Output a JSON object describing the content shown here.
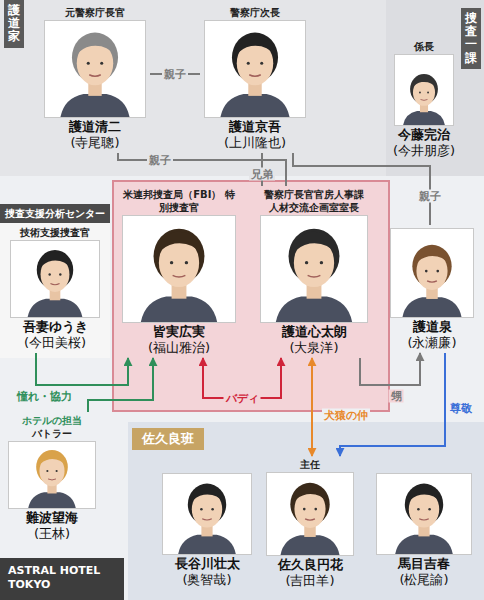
{
  "diagram": {
    "nodes": [
      {
        "text": [
          "護道家"
        ]
      },
      {
        "text": [
          "元警察庁長官",
          "護道清二",
          "(寺尾聰)"
        ],
        "in": 0
      },
      {
        "text": [
          "警察庁次長",
          "護道京吾",
          "(上川隆也)"
        ],
        "in": 0
      },
      {
        "text": [
          "捜査一課"
        ]
      },
      {
        "text": [
          "係長",
          "今藤完治",
          "(今井朋彦)"
        ],
        "in": 3
      },
      {
        "text": [
          "捜査支援分析センター"
        ]
      },
      {
        "text": [
          "技術支援捜査官",
          "吾妻ゆうき",
          "(今田美桜)"
        ],
        "in": 5
      },
      {
        "text": [
          "米連邦捜査局（FBI） 特別捜査官",
          "皆実広実",
          "(福山雅治)"
        ]
      },
      {
        "text": [
          "警察庁長官官房人事課 人材交流企画室室長",
          "護道心太朗",
          "(大泉洋)"
        ]
      },
      {
        "text": [
          "護道泉",
          "(永瀬廉)"
        ]
      },
      {
        "text": [
          "ホテルの担当",
          "バトラー",
          "難波望海",
          "(王林)"
        ]
      },
      {
        "text": [
          "佐久良班"
        ]
      },
      {
        "text": [
          "長谷川壮太",
          "(奥智哉)"
        ],
        "in": 11
      },
      {
        "text": [
          "主任",
          "佐久良円花",
          "(吉田羊)"
        ],
        "in": 11
      },
      {
        "text": [
          "馬目吉春",
          "(松尾諭)"
        ],
        "in": 11
      }
    ],
    "edges": [
      {
        "from": 1,
        "to": 2,
        "label": "親子",
        "arrow": "none"
      },
      {
        "from": 1,
        "to": 8,
        "label": "親子",
        "arrow": "none"
      },
      {
        "from": 2,
        "to": 8,
        "label": "兄弟",
        "arrow": "none"
      },
      {
        "from": 2,
        "to": 9,
        "label": "親子",
        "arrow": "none"
      },
      {
        "from": 8,
        "to": 9,
        "label": "甥",
        "arrow": "to"
      },
      {
        "from": 6,
        "to": 7,
        "label": "憧れ・協力",
        "arrow": "to"
      },
      {
        "from": 10,
        "to": 7,
        "arrow": "to"
      },
      {
        "from": 7,
        "to": 8,
        "label": "バディ",
        "arrow": "both"
      },
      {
        "from": 8,
        "to": 13,
        "label": "犬猿の仲",
        "arrow": "both"
      },
      {
        "from": 9,
        "to": 13,
        "label": "尊敬",
        "arrow": "to"
      }
    ],
    "labels": [
      "ASTRAL HOTEL TOKYO"
    ]
  }
}
